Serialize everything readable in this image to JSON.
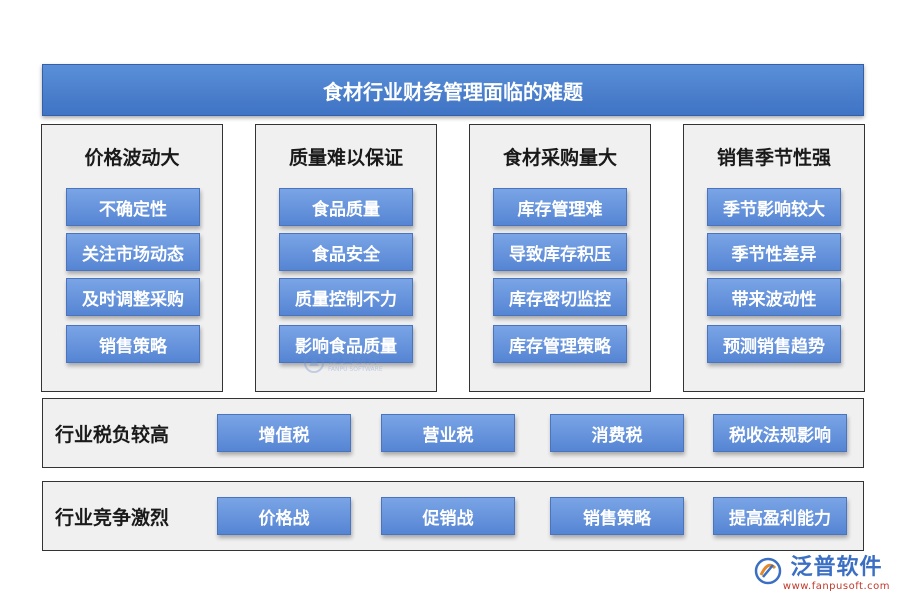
{
  "title": "食材行业财务管理面临的难题",
  "panels": [
    {
      "title": "价格波动大",
      "items": [
        "不确定性",
        "关注市场动态",
        "及时调整采购",
        "销售策略"
      ]
    },
    {
      "title": "质量难以保证",
      "items": [
        "食品质量",
        "食品安全",
        "质量控制不力",
        "影响食品质量"
      ]
    },
    {
      "title": "食材采购量大",
      "items": [
        "库存管理难",
        "导致库存积压",
        "库存密切监控",
        "库存管理策略"
      ]
    },
    {
      "title": "销售季节性强",
      "items": [
        "季节影响较大",
        "季节性差异",
        "带来波动性",
        "预测销售趋势"
      ]
    }
  ],
  "rows": [
    {
      "label": "行业税负较高",
      "items": [
        "增值税",
        "营业税",
        "消费税",
        "税收法规影响"
      ]
    },
    {
      "label": "行业竞争激烈",
      "items": [
        "价格战",
        "促销战",
        "销售策略",
        "提高盈利能力"
      ]
    }
  ],
  "watermark": {
    "name": "泛普软件",
    "sub": "FANPU SOFTWARE"
  },
  "logo": {
    "name": "泛普软件",
    "url": "www.fanpusoft.com",
    "icon": "fanpu-logo-icon"
  }
}
